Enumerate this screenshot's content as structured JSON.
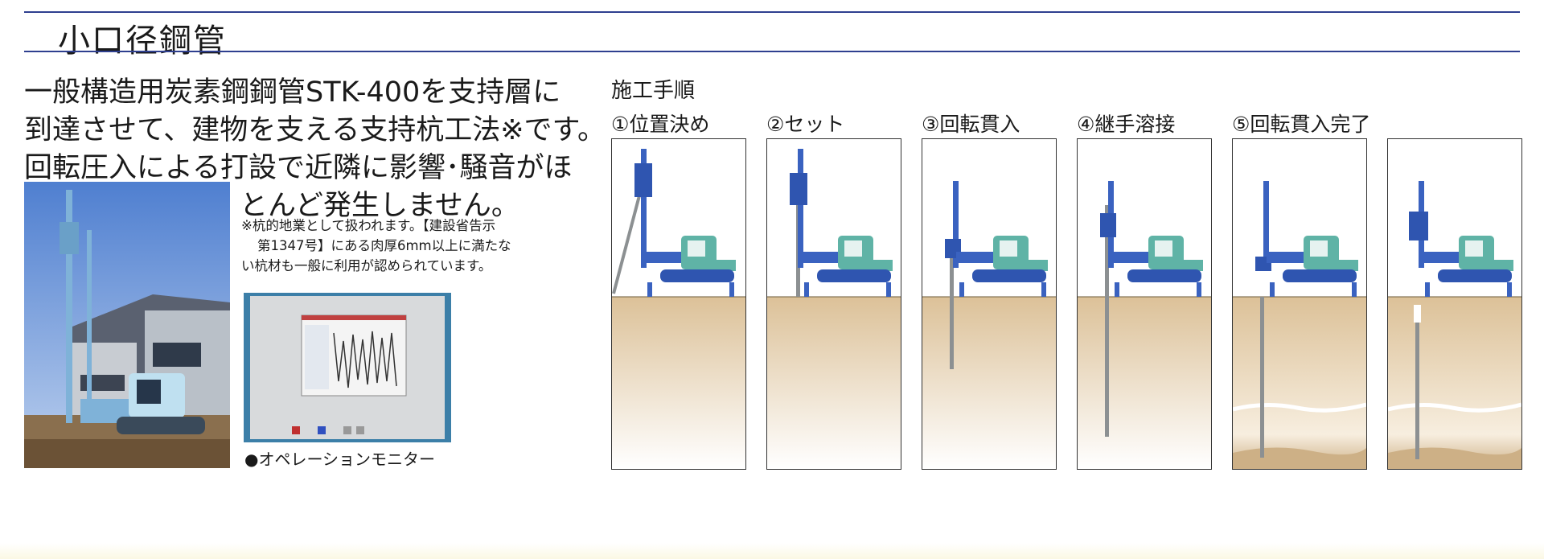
{
  "header": {
    "title": "小口径鋼管"
  },
  "description": {
    "lines": [
      "一般構造用炭素鋼鋼管STK-400を支持層に",
      "到達させて、建物を支える支持杭工法※です。",
      "回転圧入による打設で近隣に影響･騒音がほ",
      "とんど発生しません。"
    ]
  },
  "note": {
    "lines": [
      "※杭的地業として扱われます。【建設省告示",
      "第1347号】にある肉厚6mm以上に満たな",
      "い杭材も一般に利用が認められています。"
    ]
  },
  "monitor_caption": "●オペレーションモニター",
  "procedure": {
    "title": "施工手順",
    "steps": [
      "①位置決め",
      "②セット",
      "③回転貫入",
      "④継手溶接",
      "⑤回転貫入完了"
    ]
  },
  "colors": {
    "rule": "#2e3f8f",
    "machine_blue": "#3a62c0",
    "cab_teal": "#5fb3a6",
    "soil": "#dcc198",
    "bearing_layer": "#cdb086",
    "pipe": "#8c9092"
  }
}
